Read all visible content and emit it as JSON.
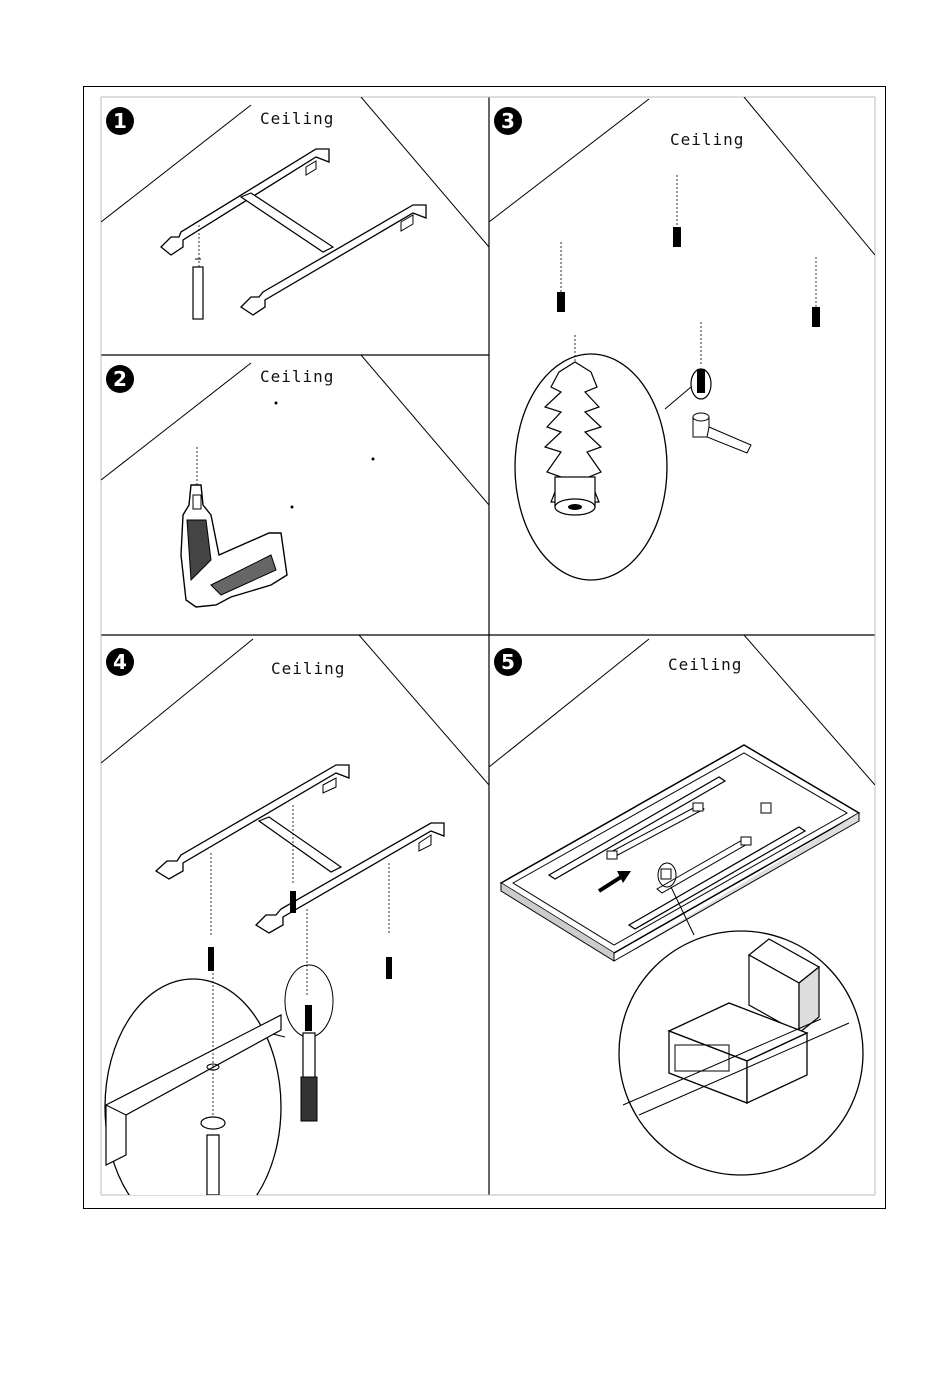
{
  "panels": [
    {
      "step": "1",
      "label": "Ceiling"
    },
    {
      "step": "2",
      "label": "Ceiling"
    },
    {
      "step": "3",
      "label": "Ceiling"
    },
    {
      "step": "4",
      "label": "Ceiling"
    },
    {
      "step": "5",
      "label": "Ceiling"
    }
  ]
}
